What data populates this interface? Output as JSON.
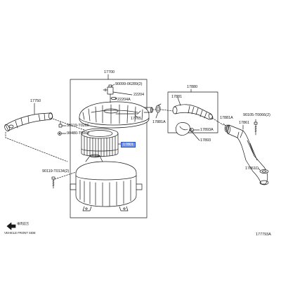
{
  "diagram": {
    "colors": {
      "line": "#1a1a1a",
      "highlight": "#6f93f0"
    },
    "labels": {
      "p17700": "17700",
      "p90099": "90099-06289(2)",
      "p22204": "22204",
      "p22204a": "22204A",
      "p17705": "17705",
      "p17801": "17801",
      "p17750": "17750",
      "p90119_t0266": "90119-T0266",
      "p90480": "90480-T0002",
      "p90119_t0134": "90119-T0134(2)",
      "p17880": "17880",
      "p17881": "17881",
      "p17881a_left": "17881A",
      "p17893a": "17893A",
      "p17893": "17893",
      "p17881a_right": "17881A",
      "p17861": "17861",
      "p90105": "90105-T0066(2)",
      "p17861d": "17861D",
      "front_jp": "車両前方",
      "front_en": "VEHICLE FRONT SIDE",
      "fig": "177793A"
    }
  }
}
